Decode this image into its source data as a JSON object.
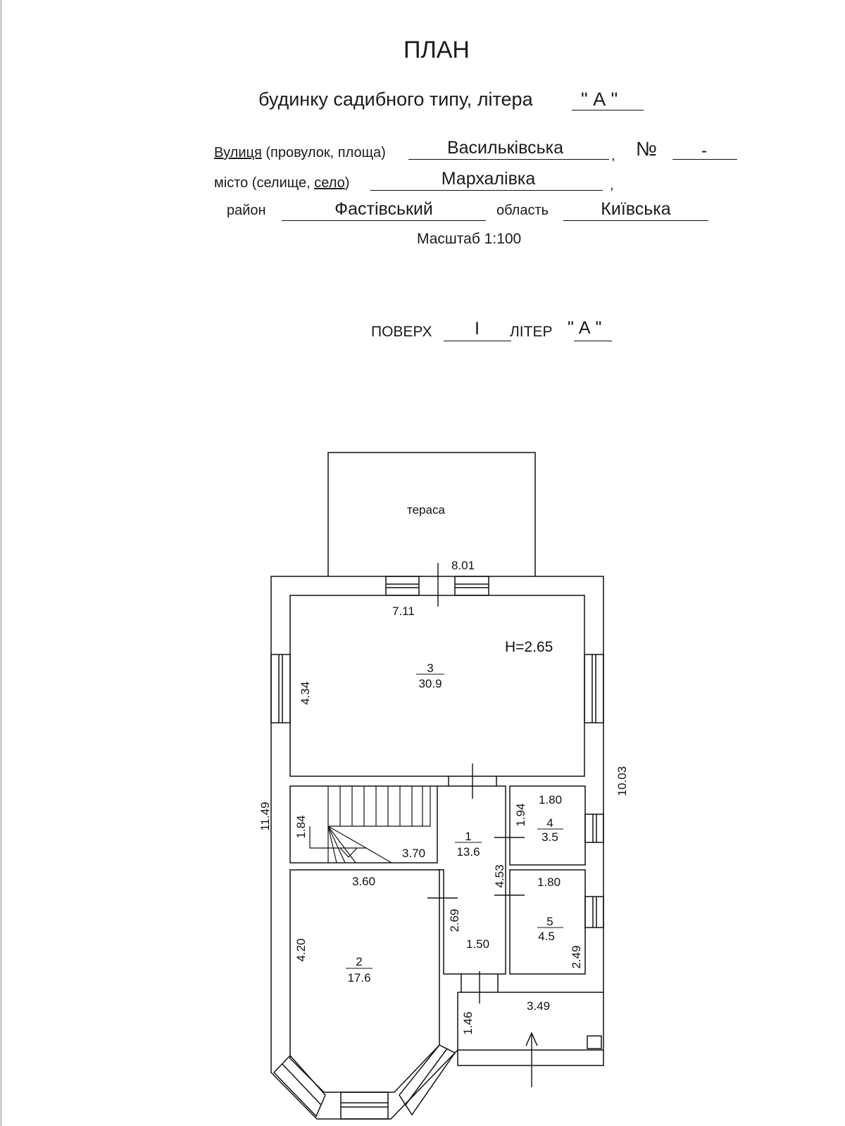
{
  "header": {
    "title": "ПЛАН",
    "subtitle_prefix": "будинку садибного типу, літера",
    "subtitle_letter": "\"  А  \""
  },
  "address": {
    "street_label_underlined": "Вулиця",
    "street_label_rest": " (провулок, площа)",
    "street_value": "Васильківська",
    "comma": ",",
    "number_label": "№",
    "number_value": "-",
    "city_label_start": "місто (селище, ",
    "city_label_underlined": "село",
    "city_label_end": ")",
    "city_value": "Мархалівка",
    "district_label": "район",
    "district_value": "Фастівський",
    "region_label": "область",
    "region_value": "Київська",
    "scale": "Масштаб 1:100"
  },
  "floor": {
    "label": "ПОВЕРХ",
    "value": "І",
    "letter_label": "ЛІТЕР",
    "letter_value": "\" А \""
  },
  "plan": {
    "terrace_label": "тераса",
    "height_label": "H=2.65",
    "height_color": "#1f1fe0",
    "rooms": [
      {
        "number": "3",
        "area": "30.9"
      },
      {
        "number": "1",
        "area": "13.6"
      },
      {
        "number": "4",
        "area": "3.5"
      },
      {
        "number": "5",
        "area": "4.5"
      },
      {
        "number": "2",
        "area": "17.6"
      }
    ],
    "dims": {
      "outer_top": "8.01",
      "inner_top": "7.11",
      "room3_height": "4.34",
      "outer_right": "10.03",
      "outer_left": "11.49",
      "room4_width": "1.80",
      "room4_height": "1.94",
      "stair_height": "1.84",
      "stair_width": "3.70",
      "room2_width": "3.60",
      "hall_height": "4.53",
      "room5_width": "1.80",
      "hall_lower_height": "2.69",
      "hall_width": "1.50",
      "room2_height": "4.20",
      "room5_height": "2.49",
      "entry_width": "3.49",
      "entry_height": "1.46"
    }
  }
}
